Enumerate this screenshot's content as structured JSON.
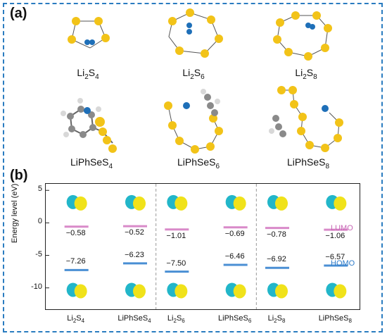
{
  "panel_a_label": "(a)",
  "panel_b_label": "(b)",
  "structures": [
    {
      "base": "Li",
      "sub1": "2",
      "mid": "S",
      "sub2": "4"
    },
    {
      "base": "Li",
      "sub1": "2",
      "mid": "S",
      "sub2": "6"
    },
    {
      "base": "Li",
      "sub1": "2",
      "mid": "S",
      "sub2": "8"
    },
    {
      "base": "LiPhSeS",
      "sub1": "4"
    },
    {
      "base": "LiPhSeS",
      "sub1": "6"
    },
    {
      "base": "LiPhSeS",
      "sub1": "8"
    }
  ],
  "colors": {
    "frame": "#2a7cc0",
    "sulfur": "#f2c318",
    "lithium": "#1e6fb8",
    "lumo": "#d98ac9",
    "homo": "#4a8fd4",
    "carbon": "#8a8a8a",
    "hydrogen": "#d8d8d8",
    "orbital_cyan": "#22b6c9",
    "orbital_yellow": "#f0e21a"
  },
  "chart_data": {
    "type": "energy-level",
    "ylabel": "Energy level (eV)",
    "yticks": [
      5,
      0,
      -5,
      -10
    ],
    "ylim": [
      -13.5,
      6
    ],
    "categories": [
      "Li2S4",
      "LiPhSeS4",
      "Li2S6",
      "LiPhSeS6",
      "Li2S8",
      "LiPhSeS8"
    ],
    "category_labels": [
      {
        "base": "Li",
        "s1": "2",
        "mid": "S",
        "s2": "4"
      },
      {
        "base": "LiPhSeS",
        "s1": "4"
      },
      {
        "base": "Li",
        "s1": "2",
        "mid": "S",
        "s2": "6"
      },
      {
        "base": "LiPhSeS",
        "s1": "6"
      },
      {
        "base": "Li",
        "s1": "2",
        "mid": "S",
        "s2": "8"
      },
      {
        "base": "LiPhSeS",
        "s1": "8"
      }
    ],
    "series": [
      {
        "name": "LUMO",
        "values": [
          -0.58,
          -0.52,
          -1.01,
          -0.69,
          -0.78,
          -1.06
        ],
        "labels": [
          "−0.58",
          "−0.52",
          "−1.01",
          "−0.69",
          "−0.78",
          "−1.06"
        ]
      },
      {
        "name": "HOMO",
        "values": [
          -7.26,
          -6.23,
          -7.5,
          -6.46,
          -6.92,
          -6.57
        ],
        "labels": [
          "−7.26",
          "−6.23",
          "−7.50",
          "−6.46",
          "−6.92",
          "−6.57"
        ]
      }
    ]
  }
}
